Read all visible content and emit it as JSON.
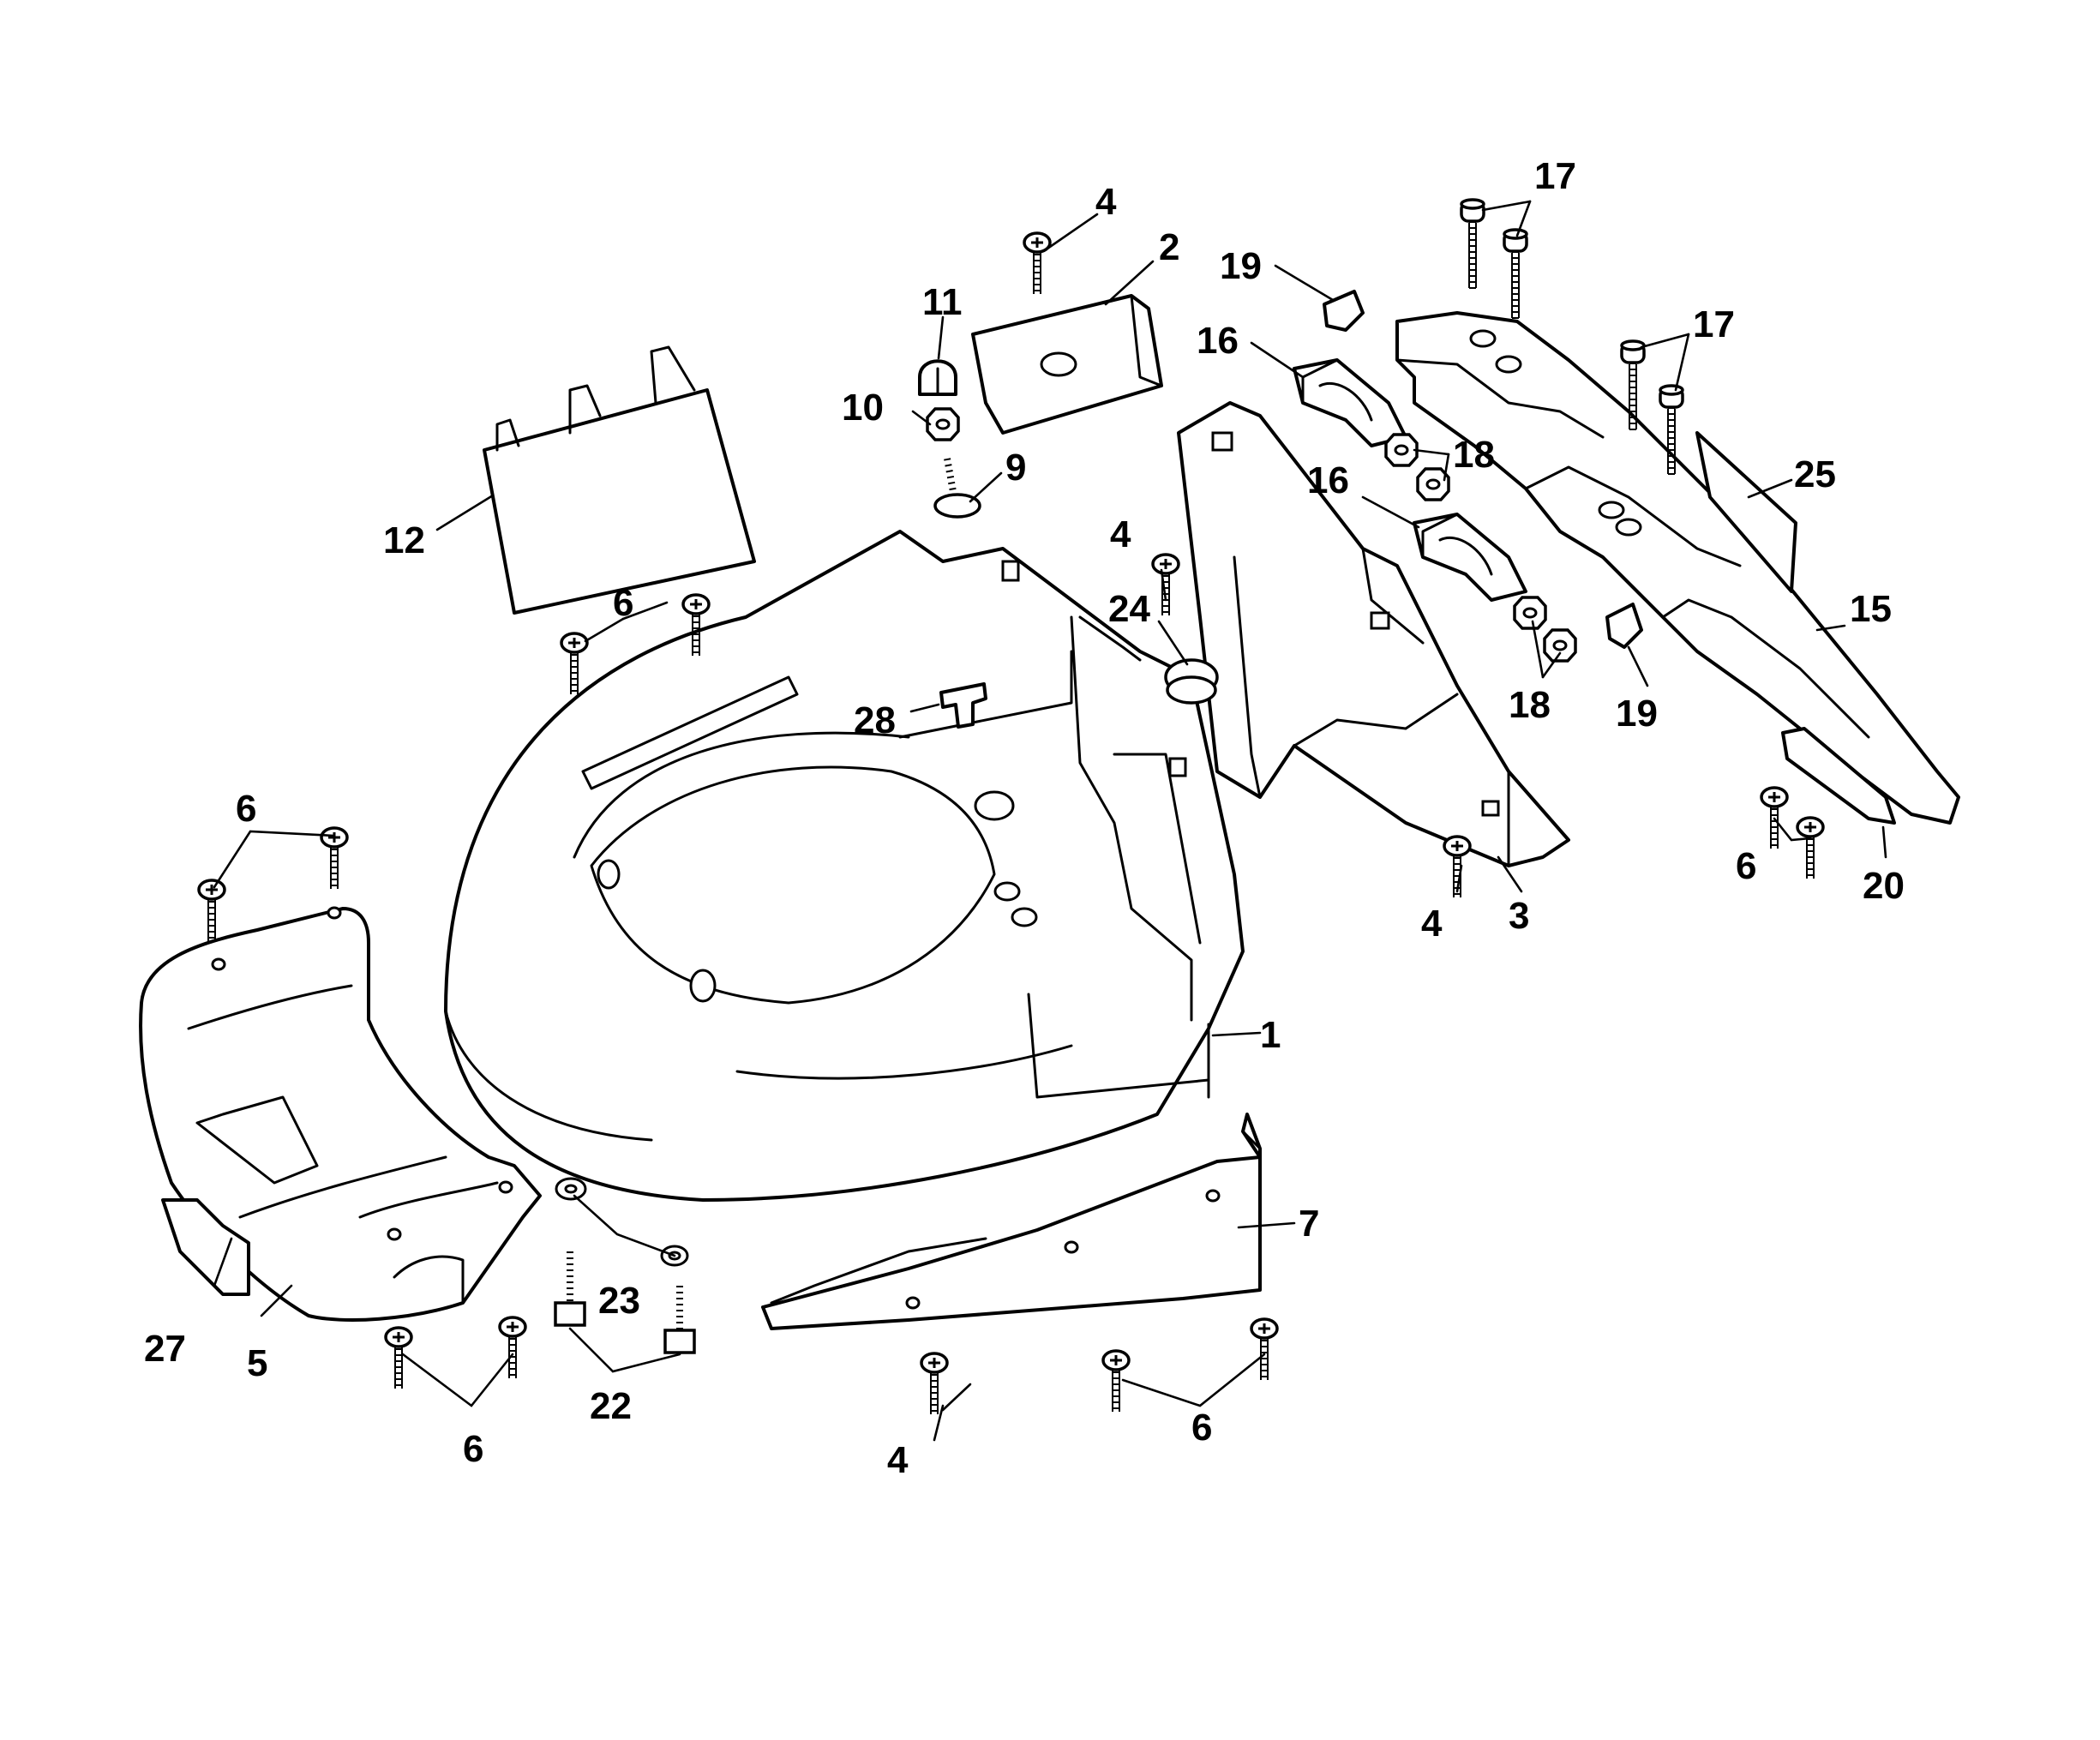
{
  "callouts": {
    "c1": "1",
    "c2": "2",
    "c3": "3",
    "c4": "4",
    "c5": "5",
    "c6": "6",
    "c7": "7",
    "c9": "9",
    "c10": "10",
    "c11": "11",
    "c12": "12",
    "c15": "15",
    "c16": "16",
    "c17": "17",
    "c18": "18",
    "c19": "19",
    "c20": "20",
    "c22": "22",
    "c23": "23",
    "c24": "24",
    "c25": "25",
    "c27": "27",
    "c28": "28"
  },
  "colors": {
    "line": "#000000",
    "paper": "#ffffff"
  }
}
